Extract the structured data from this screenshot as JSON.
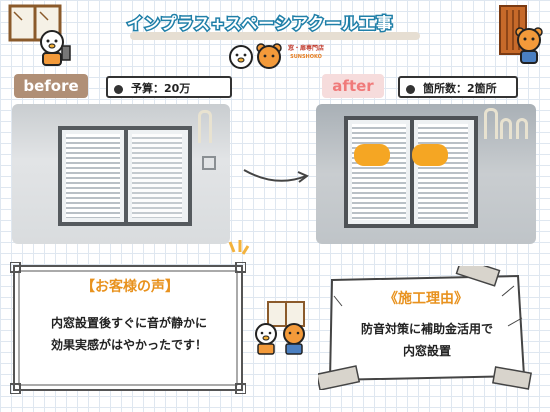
{
  "header": {
    "title": "インプラス+スペーシアクール工事",
    "logo_name": "窓・扉専門店",
    "logo_sub": "SUNSHOKO"
  },
  "before": {
    "badge": "before",
    "info": "予算：20万"
  },
  "after": {
    "badge": "after",
    "info": "箇所数：2箇所"
  },
  "customer_voice": {
    "title": "【お客様の声】",
    "lines": [
      "内窓設置後すぐに音が静かに",
      "効果実感がはやかったです！"
    ]
  },
  "reason": {
    "title": "《施工理由》",
    "lines": [
      "防音対策に補助金活用で",
      "内窓設置"
    ]
  },
  "colors": {
    "title_stroke": "#1f7fa8",
    "before_badge": "#b08f76",
    "after_badge": "#f6dcdc",
    "accent_orange": "#e8921e"
  }
}
